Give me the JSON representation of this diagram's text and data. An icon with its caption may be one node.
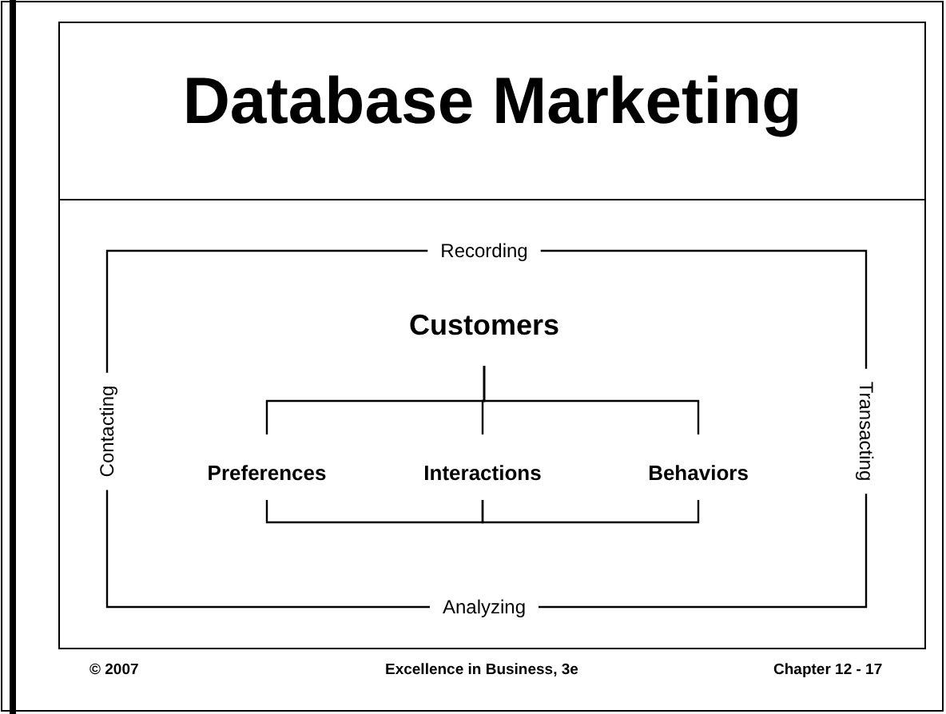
{
  "diagram": {
    "title": "Database Marketing",
    "nodes": [
      {
        "text": [
          "Customers"
        ]
      },
      {
        "text": [
          "Preferences"
        ]
      },
      {
        "text": [
          "Interactions"
        ]
      },
      {
        "text": [
          "Behaviors"
        ]
      },
      {
        "text": [
          "Recording"
        ]
      },
      {
        "text": [
          "Transacting"
        ]
      },
      {
        "text": [
          "Analyzing"
        ]
      },
      {
        "text": [
          "Contacting"
        ]
      }
    ],
    "edges": [
      {
        "from": 0,
        "to": 1,
        "arrow": "none"
      },
      {
        "from": 0,
        "to": 2,
        "arrow": "none"
      },
      {
        "from": 0,
        "to": 3,
        "arrow": "none"
      },
      {
        "from": 1,
        "to": 2,
        "arrow": "none"
      },
      {
        "from": 2,
        "to": 3,
        "arrow": "none"
      },
      {
        "from": 4,
        "to": 5,
        "arrow": "none"
      },
      {
        "from": 5,
        "to": 6,
        "arrow": "none"
      },
      {
        "from": 6,
        "to": 7,
        "arrow": "none"
      },
      {
        "from": 7,
        "to": 4,
        "arrow": "none"
      }
    ],
    "labels": [
      "© 2007",
      "Excellence in Business, 3e",
      "Chapter 12 - 17"
    ]
  }
}
